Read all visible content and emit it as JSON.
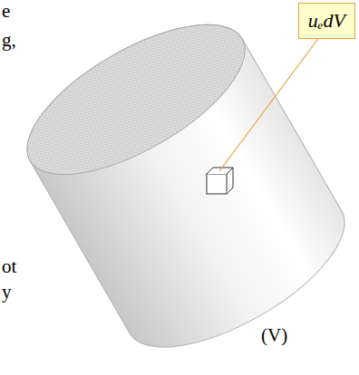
{
  "diagram": {
    "nodes": [
      {
        "text": [
          "uₑdV"
        ]
      },
      {
        "text": [
          "(V)"
        ]
      }
    ],
    "labels": [
      "e",
      "g,",
      "ot",
      "y"
    ]
  }
}
